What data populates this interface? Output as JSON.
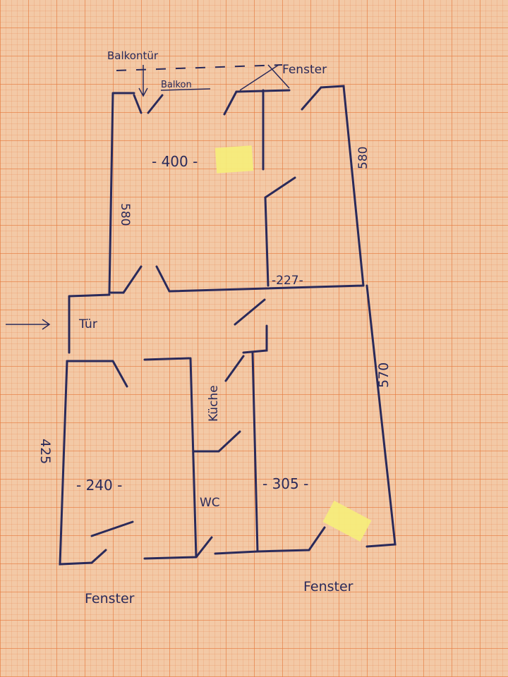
{
  "labels": {
    "balcony_door": "Balkontür",
    "balcony": "Balkon",
    "window_top": "Fenster",
    "window_bottom_left": "Fenster",
    "window_bottom_right": "Fenster",
    "door": "Tür",
    "kitchen": "Küche",
    "wc": "WC"
  },
  "dimensions": {
    "top_room_width": "- 400 -",
    "top_room_left_height": "580",
    "top_room_right_height": "580",
    "middle_width": "-227-",
    "bottom_left_height": "425",
    "bottom_left_width": "- 240 -",
    "bottom_right_width": "- 305 -",
    "bottom_right_height": "570"
  }
}
